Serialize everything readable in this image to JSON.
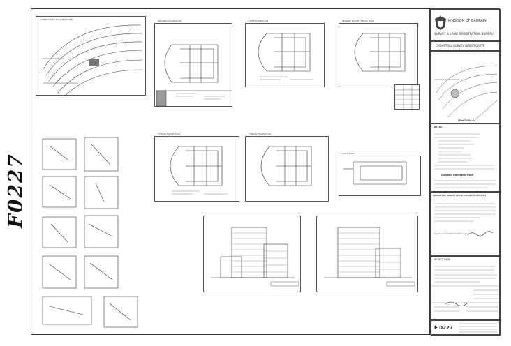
{
  "handwritten_number": "F0227",
  "titleblock": {
    "kingdom": "KINGDOM OF BAHRAIN",
    "bureau": "SURVEY & LAND REGISTRATION BUREAU",
    "directorate": "CADASTRAL SURVEY DIRECTORATE",
    "location_label": "خريطة الموقع",
    "notes_heading": "NOTES",
    "common_heading": "Common Ownership Note",
    "cert_heading": "CADASTRAL SURVEY CERTIFICATION STATEMENT",
    "signature_label": "Signature of Authorized Surveyor",
    "project_heading": "PROJECT NAME",
    "drawing_code": "F 0227"
  },
  "panels": {
    "block_plan": "SUBJECT UNIT PLAN BOUNDED",
    "ground": "GROUND FLOOR PLAN",
    "first": "FIRST FLOOR PLAN",
    "second": "SECOND FLOOR TYPICAL PLAN",
    "typical1": "TYPICAL FLOOR PLAN",
    "typical2": "TYPICAL FLOOR PLAN",
    "roof": "ROOF PLAN"
  }
}
